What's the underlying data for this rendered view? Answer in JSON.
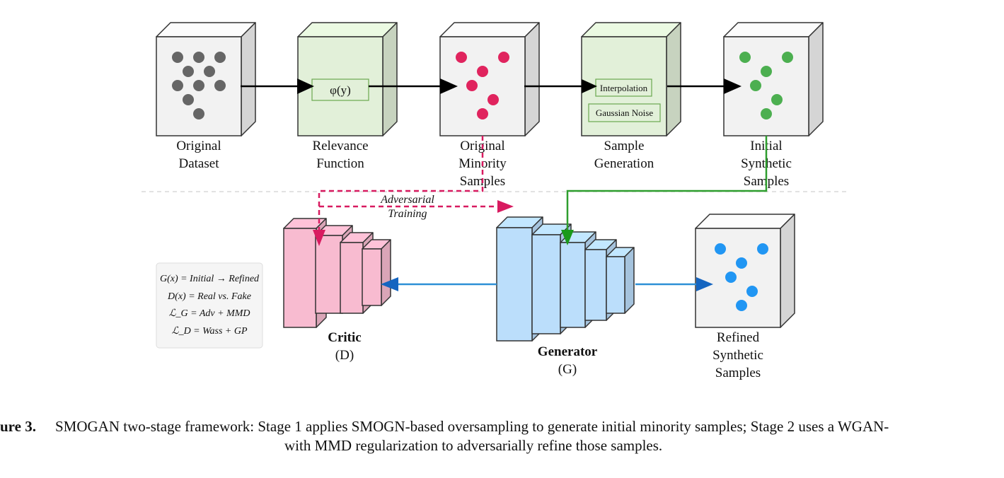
{
  "stage1": {
    "boxes": [
      {
        "label": [
          "Original",
          "Dataset"
        ],
        "face_color": "#f2f2f2",
        "dot_color": "#666666",
        "dots": 10
      },
      {
        "label": [
          "Relevance",
          "Function"
        ],
        "face_color": "#e2f0d9",
        "inner": [
          "φ(y)"
        ]
      },
      {
        "label": [
          "Original",
          "Minority",
          "Samples"
        ],
        "face_color": "#f2f2f2",
        "dot_color": "#e0245e",
        "dots": 6
      },
      {
        "label": [
          "Sample",
          "Generation"
        ],
        "face_color": "#e2f0d9",
        "inner": [
          "Interpolation",
          "Gaussian Noise"
        ]
      },
      {
        "label": [
          "Initial",
          "Synthetic",
          "Samples"
        ],
        "face_color": "#f2f2f2",
        "dot_color": "#4caf50",
        "dots": 6
      }
    ]
  },
  "adversarial": {
    "line1": "Adversarial",
    "line2": "Training",
    "color": "#d81b60"
  },
  "critic": {
    "title": "Critic",
    "sub": "(D)",
    "color": "#f8bbd0"
  },
  "generator": {
    "title": "Generator",
    "sub": "(G)",
    "color": "#bbdefb"
  },
  "refined": {
    "label": [
      "Refined",
      "Synthetic",
      "Samples"
    ],
    "dot_color": "#2196f3",
    "dots": 6
  },
  "legend": {
    "lines": [
      "G(x) = Initial → Refined",
      "D(x) = Real vs. Fake",
      "ℒ_G = Adv + MMD",
      "ℒ_D = Wass + GP"
    ]
  },
  "colors": {
    "green_arrow": "#2e9e2e",
    "blue_arrow": "#2d8fd6",
    "black_arrow": "#000000"
  },
  "caption": {
    "figure_label": "ure 3.",
    "line1": "SMOGAN two-stage framework: Stage 1 applies SMOGN-based oversampling to generate initial minority samples; Stage 2 uses a WGAN-",
    "line2": "with MMD regularization to adversarially refine those samples."
  }
}
